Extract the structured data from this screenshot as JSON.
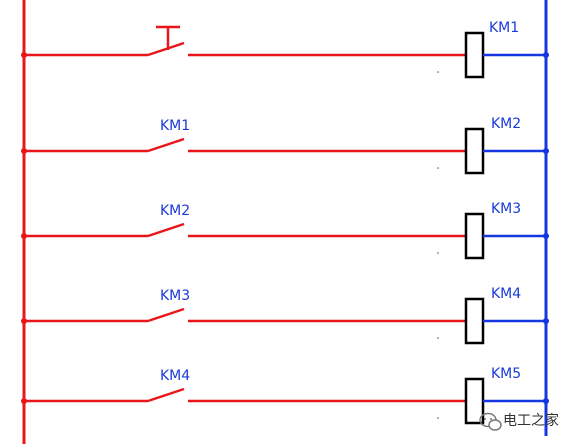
{
  "diagram": {
    "colors": {
      "control": "#e8161b",
      "coil_side": "#1537e0",
      "label": "#1a3ad8",
      "coil_outline": "#000000"
    },
    "rungs": [
      {
        "contact_type": "push-button",
        "contact_label": "",
        "coil_label": "KM1"
      },
      {
        "contact_type": "no-contact",
        "contact_label": "KM1",
        "coil_label": "KM2"
      },
      {
        "contact_type": "no-contact",
        "contact_label": "KM2",
        "coil_label": "KM3"
      },
      {
        "contact_type": "no-contact",
        "contact_label": "KM3",
        "coil_label": "KM4"
      },
      {
        "contact_type": "no-contact",
        "contact_label": "KM4",
        "coil_label": "KM5"
      }
    ]
  },
  "watermark": {
    "text": "电工之家",
    "icon": "wechat-icon"
  }
}
